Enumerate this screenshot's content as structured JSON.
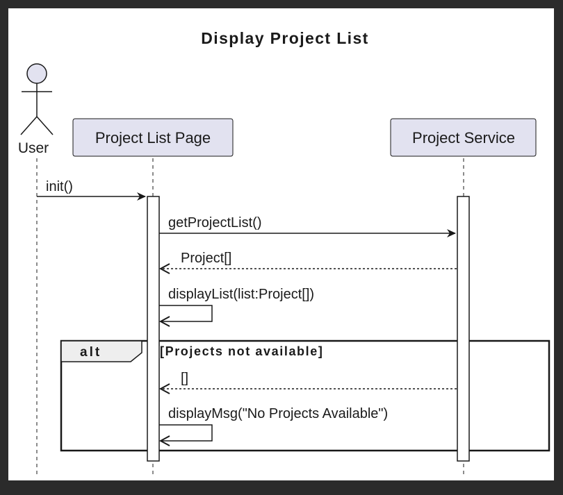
{
  "diagram": {
    "title": "Display Project List",
    "participants": {
      "user": {
        "label": "User",
        "kind": "actor"
      },
      "page": {
        "label": "Project List Page",
        "kind": "participant"
      },
      "service": {
        "label": "Project Service",
        "kind": "participant"
      }
    },
    "messages": [
      {
        "from": "User",
        "to": "Project List Page",
        "label": "init()",
        "style": "solid"
      },
      {
        "from": "Project List Page",
        "to": "Project Service",
        "label": "getProjectList()",
        "style": "solid"
      },
      {
        "from": "Project Service",
        "to": "Project List Page",
        "label": "Project[]",
        "style": "dashed"
      },
      {
        "from": "Project List Page",
        "to": "Project List Page",
        "label": "displayList(list:Project[])",
        "style": "solid-self"
      },
      {
        "from": "Project Service",
        "to": "Project List Page",
        "label": "[]",
        "style": "dashed"
      },
      {
        "from": "Project List Page",
        "to": "Project List Page",
        "label": "displayMsg(\"No Projects Available\")",
        "style": "solid-self"
      }
    ],
    "fragment": {
      "operator": "alt",
      "condition": "[Projects not available]"
    },
    "colors": {
      "background_outer": "#2b2b2b",
      "canvas": "#ffffff",
      "participant_fill": "#e2e2f0",
      "participant_stroke": "#181818",
      "fragment_tag_fill": "#eeeeee",
      "line": "#181818"
    }
  }
}
